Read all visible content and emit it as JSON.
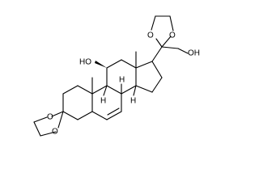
{
  "molecule": {
    "labels": {
      "ring_oxygen_a": "O",
      "ring_oxygen_b": "O",
      "ring_oxygen_c": "O",
      "ring_oxygen_d": "O",
      "hydroxyl_c11": "HO",
      "hydroxyl_c21": "OH",
      "hydrogen_c8": "H",
      "hydrogen_c9": "H",
      "hydrogen_c14": "H"
    },
    "colors": {
      "ink": "#000000",
      "background": "#ffffff"
    }
  }
}
